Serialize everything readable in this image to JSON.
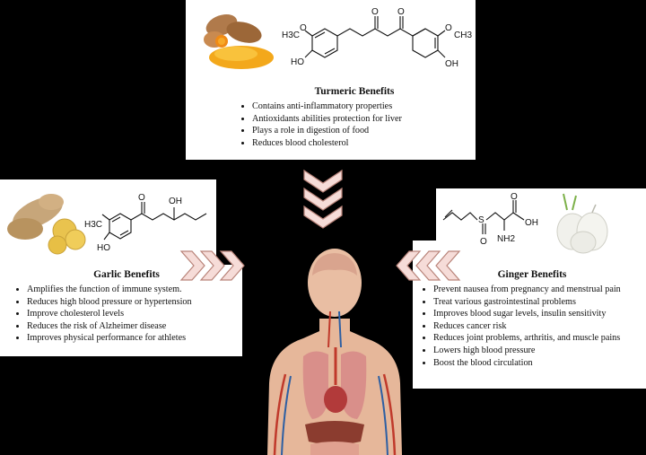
{
  "turmeric": {
    "title": "Turmeric Benefits",
    "benefits": [
      "Contains anti-inflammatory properties",
      "Antioxidants abilities protection for liver",
      "Plays a role in digestion of food",
      "Reduces blood cholesterol"
    ],
    "molecule": {
      "left_group": "H3C",
      "left_group_o": "O",
      "right_group": "CH3",
      "right_group_o": "O",
      "carbonyl_o": "O",
      "left_oh": "HO",
      "right_oh": "OH"
    }
  },
  "garlic": {
    "title": "Garlic Benefits",
    "benefits": [
      "Amplifies the function of immune system.",
      "Reduces high blood pressure or hypertension",
      "Improve cholesterol levels",
      "Reduces the risk of Alzheimer disease",
      "Improves physical performance for athletes"
    ],
    "molecule": {
      "left_group": "H3C",
      "o": "O",
      "oh_top": "OH",
      "ho_bottom": "HO"
    }
  },
  "ginger": {
    "title": "Ginger Benefits",
    "benefits": [
      "Prevent nausea from pregnancy and menstrual pain",
      "Treat various gastrointestinal problems",
      "Improves blood sugar levels, insulin sensitivity",
      "Reduces cancer risk",
      "Reduces joint problems, arthritis, and muscle pains",
      "Lowers high blood pressure",
      "Boost the blood circulation"
    ],
    "molecule": {
      "s": "S",
      "s_o": "O",
      "o_top": "O",
      "oh": "OH",
      "nh2": "NH2"
    }
  },
  "colors": {
    "background": "#000000",
    "panel": "#ffffff",
    "arrow_fill": "#f6dcd8",
    "arrow_stroke": "#b9847a",
    "body_skin": "#e6b79a"
  }
}
